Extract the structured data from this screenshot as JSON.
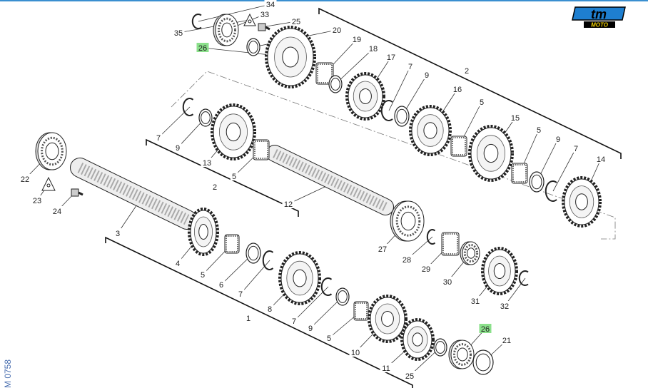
{
  "logo": {
    "brand": "tm",
    "sub": "MOTO",
    "color": "#1e7fd0",
    "sub_color": "#f0d000"
  },
  "document_id": "M 0758",
  "highlight_color": "#8be08b",
  "groups": [
    {
      "id": "group-2-upper",
      "label": "2"
    },
    {
      "id": "group-2-lower",
      "label": "2"
    },
    {
      "id": "group-1",
      "label": "1"
    }
  ],
  "callouts": [
    {
      "text": "34"
    },
    {
      "text": "33"
    },
    {
      "text": "35"
    },
    {
      "text": "25"
    },
    {
      "text": "20"
    },
    {
      "text": "26",
      "highlight": true
    },
    {
      "text": "19"
    },
    {
      "text": "18"
    },
    {
      "text": "17"
    },
    {
      "text": "7"
    },
    {
      "text": "9"
    },
    {
      "text": "16"
    },
    {
      "text": "5"
    },
    {
      "text": "15"
    },
    {
      "text": "5"
    },
    {
      "text": "9"
    },
    {
      "text": "7"
    },
    {
      "text": "14"
    },
    {
      "text": "7"
    },
    {
      "text": "9"
    },
    {
      "text": "13"
    },
    {
      "text": "5"
    },
    {
      "text": "12"
    },
    {
      "text": "22"
    },
    {
      "text": "23"
    },
    {
      "text": "24"
    },
    {
      "text": "3"
    },
    {
      "text": "27"
    },
    {
      "text": "28"
    },
    {
      "text": "29"
    },
    {
      "text": "30"
    },
    {
      "text": "31"
    },
    {
      "text": "32"
    },
    {
      "text": "4"
    },
    {
      "text": "5"
    },
    {
      "text": "6"
    },
    {
      "text": "7"
    },
    {
      "text": "8"
    },
    {
      "text": "7"
    },
    {
      "text": "9"
    },
    {
      "text": "5"
    },
    {
      "text": "26",
      "highlight": true
    },
    {
      "text": "10"
    },
    {
      "text": "21"
    },
    {
      "text": "11"
    },
    {
      "text": "25"
    }
  ]
}
